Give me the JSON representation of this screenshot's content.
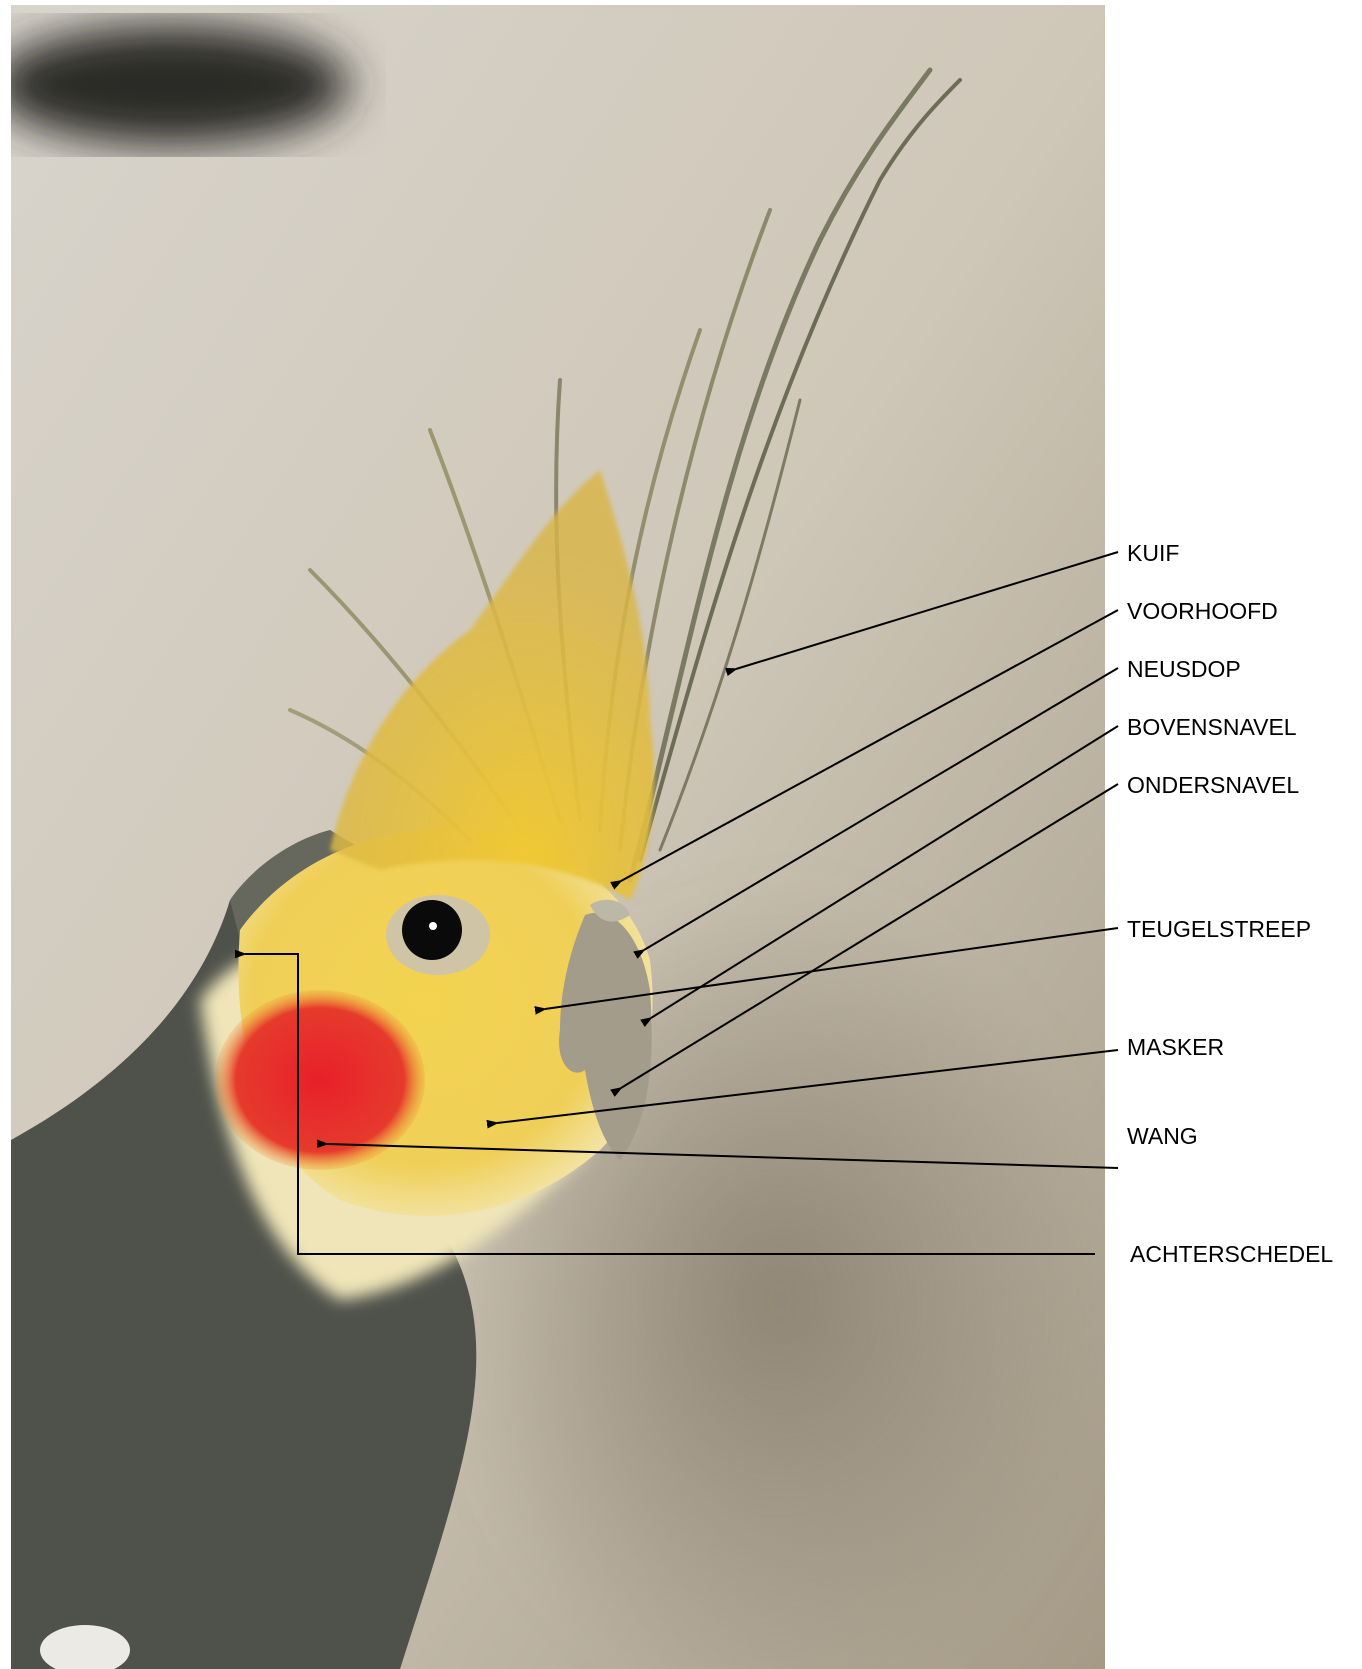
{
  "figure": {
    "subject": "Cockatiel head (photograph)",
    "colors": {
      "background": "#d9d3c6",
      "crest_yellow": "#e8c33a",
      "cheek_red": "#e8262c",
      "body_grey": "#4e5149",
      "arrow": "#000000"
    }
  },
  "labels": [
    {
      "key": "kuif",
      "text": "KUIF"
    },
    {
      "key": "voorhoofd",
      "text": "VOORHOOFD"
    },
    {
      "key": "neusdop",
      "text": "NEUSDOP"
    },
    {
      "key": "bovensnavel",
      "text": "BOVENSNAVEL"
    },
    {
      "key": "ondersnavel",
      "text": "ONDERSNAVEL"
    },
    {
      "key": "teugelstreep",
      "text": "TEUGELSTREEP"
    },
    {
      "key": "masker",
      "text": "MASKER"
    },
    {
      "key": "wang",
      "text": "WANG"
    },
    {
      "key": "achterschedel",
      "text": "ACHTERSCHEDEL"
    }
  ]
}
